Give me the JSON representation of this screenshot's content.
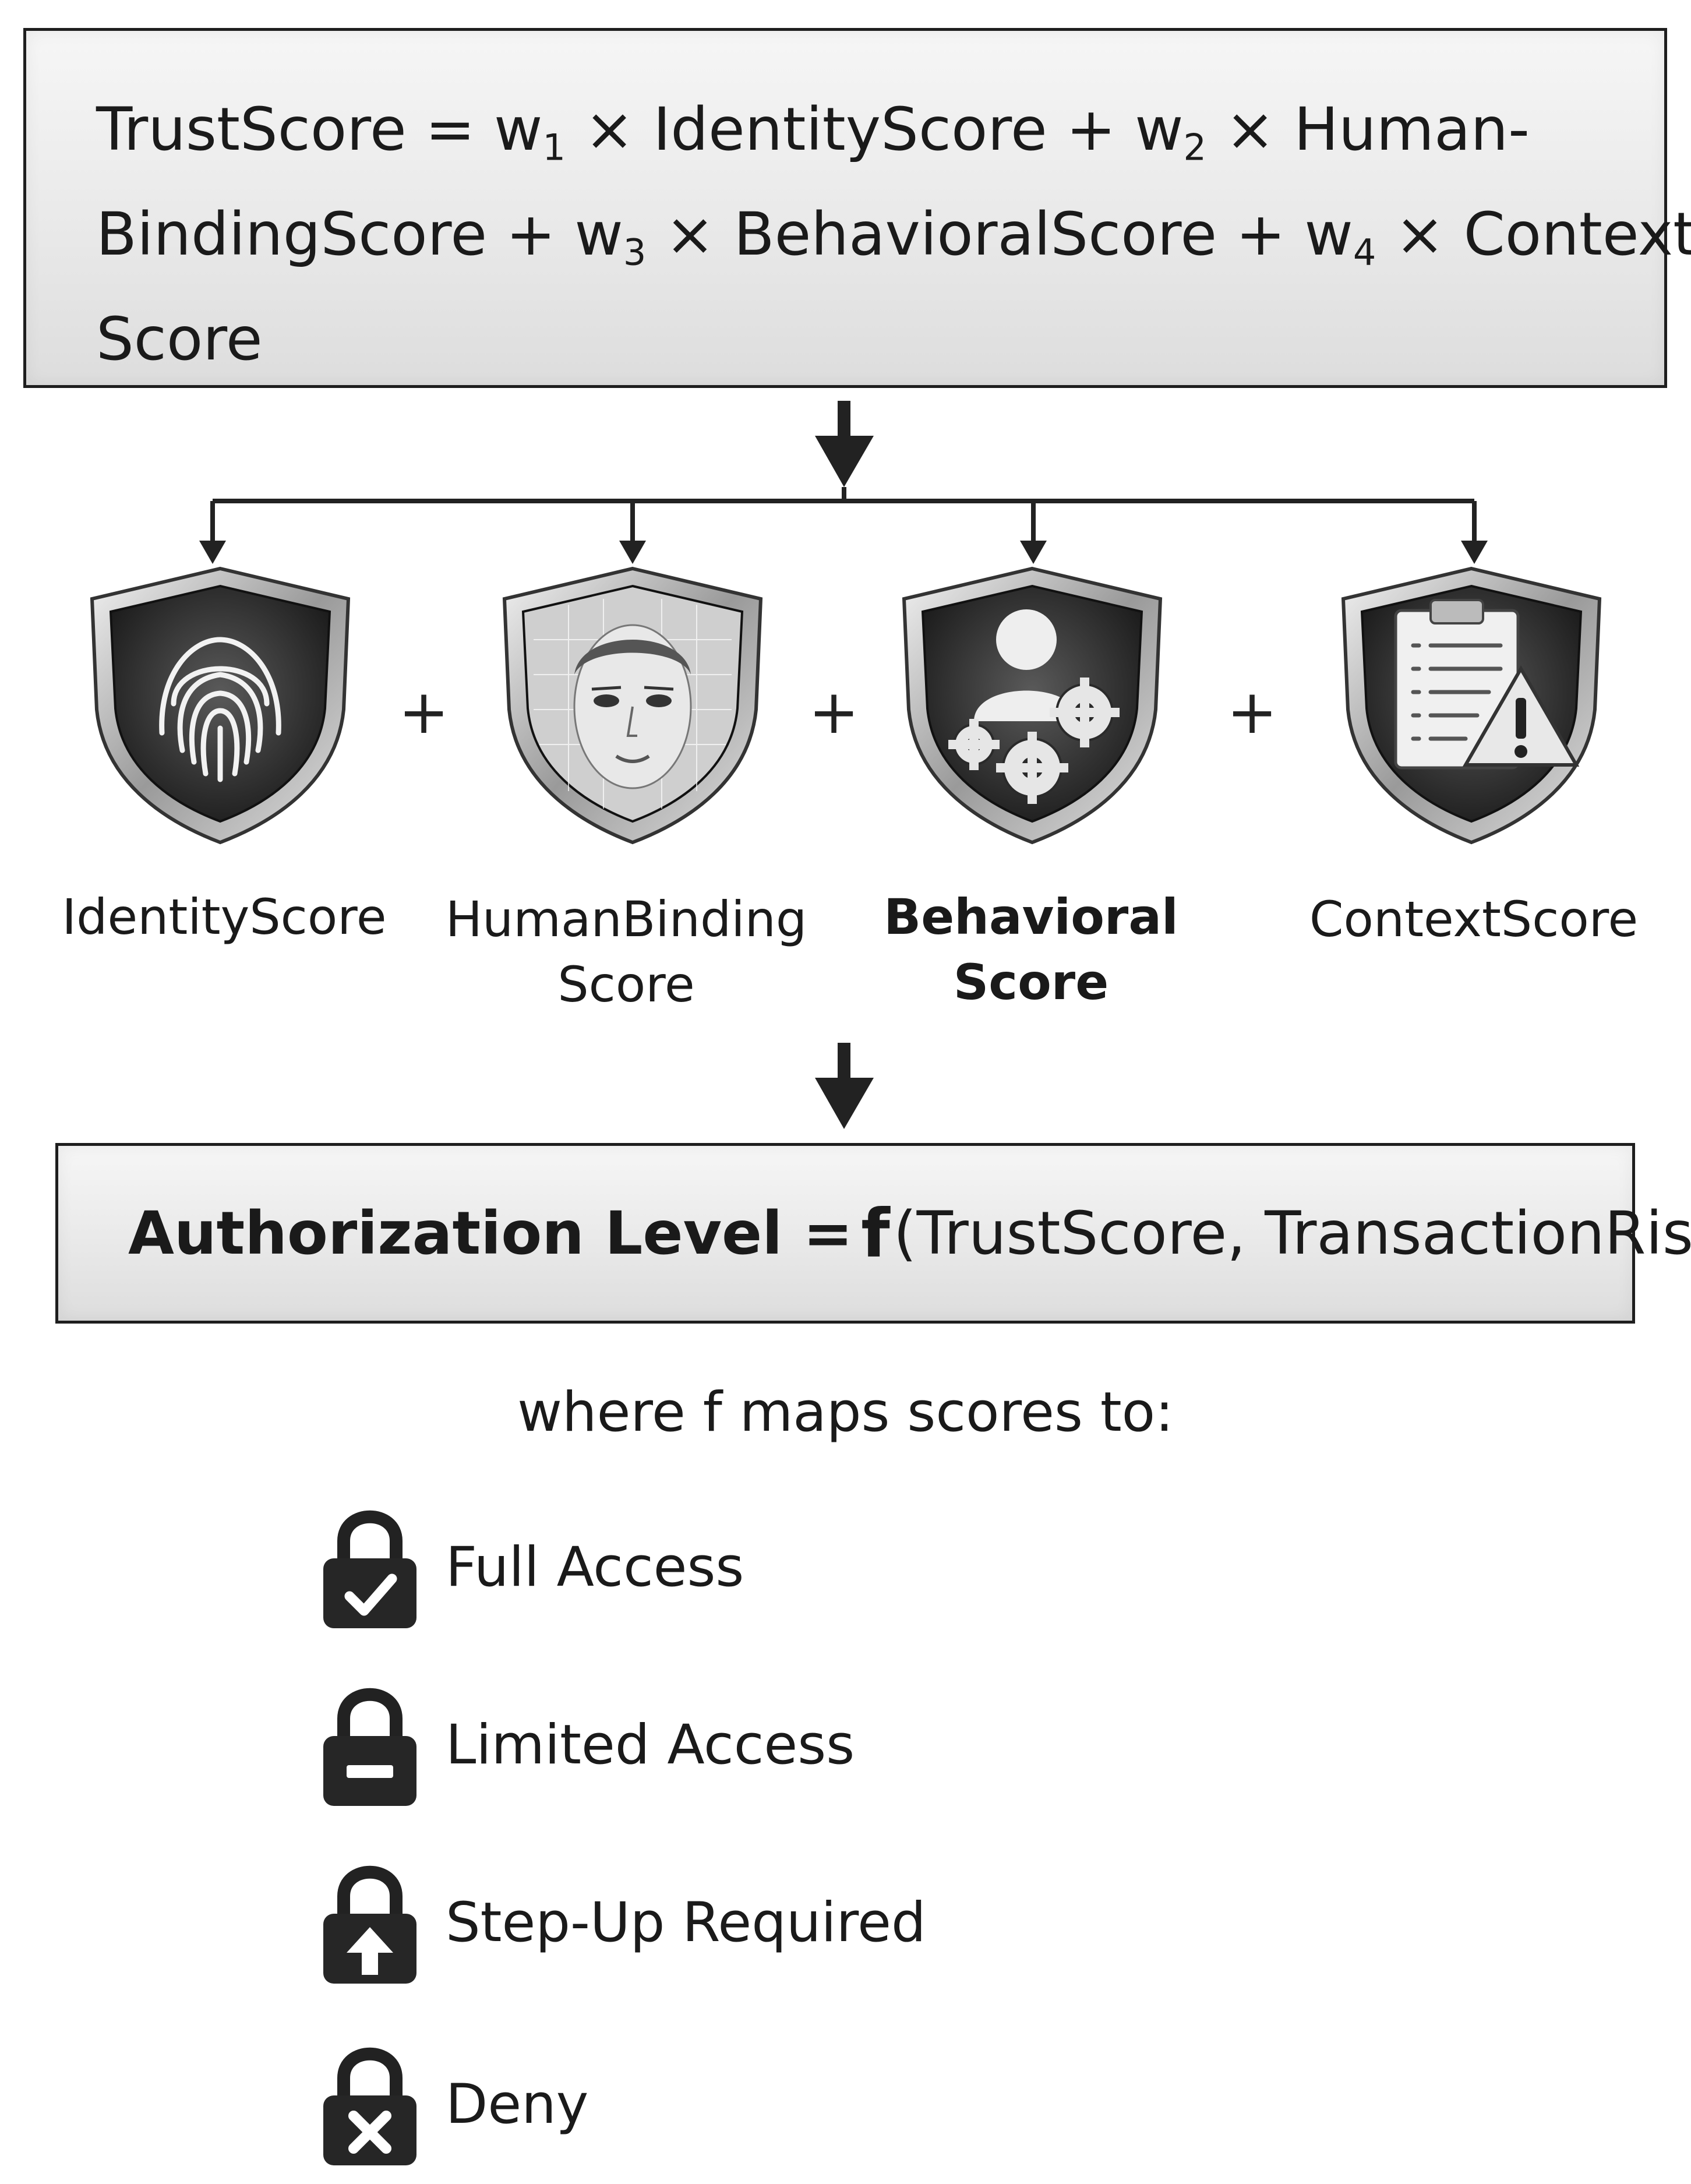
{
  "formula": {
    "line1": {
      "a": "TrustScore = w",
      "s1": "1",
      "b": " × IdentityScore + w",
      "s2": "2",
      "c": " × Human-"
    },
    "line2": {
      "a": "BindingScore + w",
      "s3": "3",
      "b": " × BehavioralScore + w",
      "s4": "4",
      "c": " × Context-"
    },
    "line3": "Score"
  },
  "components": [
    {
      "label_1": "IdentityScore",
      "label_2": "",
      "icon": "fingerprint-icon"
    },
    {
      "label_1": "HumanBinding",
      "label_2": "Score",
      "icon": "face-scan-icon"
    },
    {
      "label_1": "Behavioral",
      "label_2": "Score",
      "icon": "user-gears-icon"
    },
    {
      "label_1": "ContextScore",
      "label_2": "",
      "icon": "clipboard-warning-icon"
    }
  ],
  "operator": "+",
  "authorization": {
    "left": "Authorization Level =",
    "f": "f",
    "right": "(TrustScore, TransactionRisk)"
  },
  "mapping_intro": "where f maps scores to:",
  "levels": [
    {
      "label": "Full Access",
      "icon": "lock-check-icon"
    },
    {
      "label": "Limited Access",
      "icon": "lock-minus-icon"
    },
    {
      "label": "Step-Up Required",
      "icon": "lock-arrow-up-icon"
    },
    {
      "label": "Deny",
      "icon": "lock-x-icon"
    }
  ],
  "colors": {
    "ink": "#1a1a1a",
    "box_fill": "#ebebeb",
    "shield_dark": "#2a2a2a",
    "shield_rim": "#bdbdbd"
  }
}
